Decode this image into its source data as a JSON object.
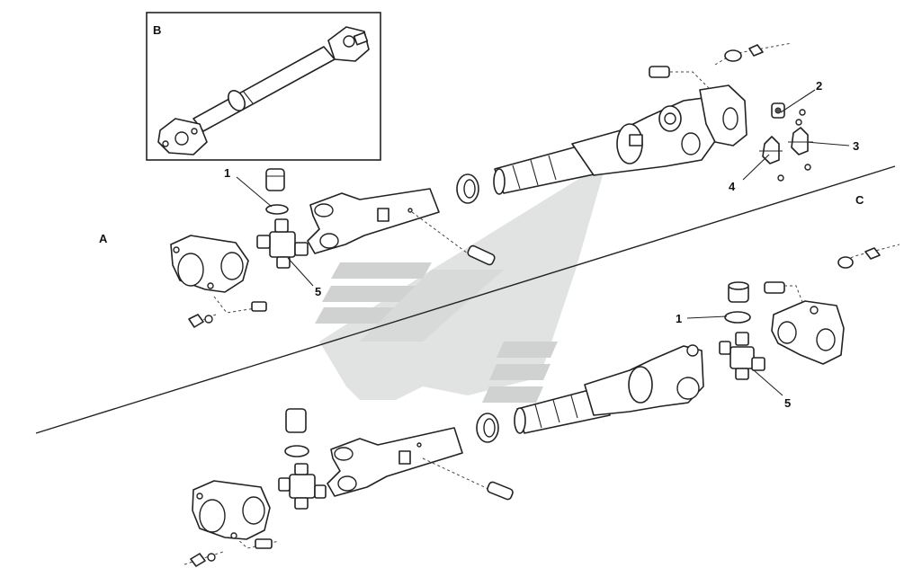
{
  "diagram": {
    "section_labels": {
      "a": "A",
      "b": "B",
      "c": "C"
    },
    "callouts": {
      "c1a": "1",
      "c1b": "1",
      "c2": "2",
      "c3": "3",
      "c4": "4",
      "c5a": "5",
      "c5b": "5"
    },
    "colors": {
      "line": "#222222",
      "watermark_gray": "#c8cac9",
      "watermark_light": "#dcdedd",
      "background": "#ffffff"
    },
    "watermark": "logo"
  }
}
